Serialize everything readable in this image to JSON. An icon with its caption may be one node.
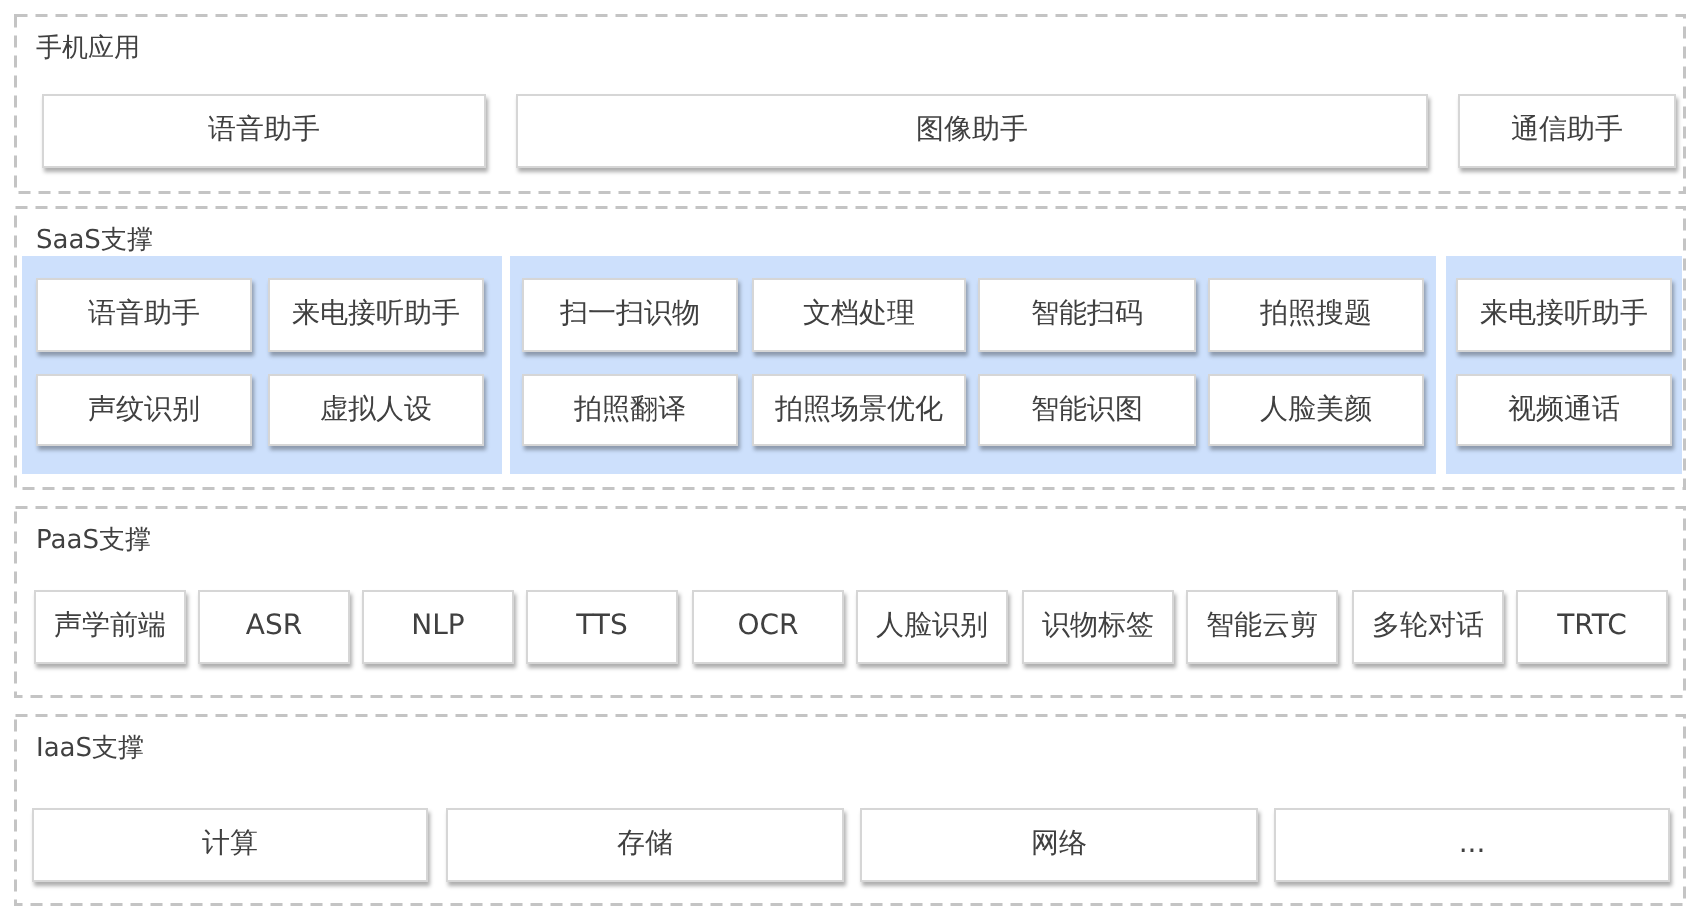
{
  "diagram": {
    "nodes": [
      {
        "text": [
          "手机应用"
        ]
      },
      {
        "text": [
          "语音助手"
        ],
        "in": 0
      },
      {
        "text": [
          "图像助手"
        ],
        "in": 0
      },
      {
        "text": [
          "通信助手"
        ],
        "in": 0
      },
      {
        "text": [
          "SaaS支撑"
        ]
      },
      {
        "text": [],
        "shape": "box",
        "in": 4
      },
      {
        "text": [
          "语音助手"
        ],
        "in": 5
      },
      {
        "text": [
          "来电接听助手"
        ],
        "in": 5
      },
      {
        "text": [
          "声纹识别"
        ],
        "in": 5
      },
      {
        "text": [
          "虚拟人设"
        ],
        "in": 5
      },
      {
        "text": [],
        "shape": "box",
        "in": 4
      },
      {
        "text": [
          "扫一扫识物"
        ],
        "in": 10
      },
      {
        "text": [
          "文档处理"
        ],
        "in": 10
      },
      {
        "text": [
          "智能扫码"
        ],
        "in": 10
      },
      {
        "text": [
          "拍照搜题"
        ],
        "in": 10
      },
      {
        "text": [
          "拍照翻译"
        ],
        "in": 10
      },
      {
        "text": [
          "拍照场景优化"
        ],
        "in": 10
      },
      {
        "text": [
          "智能识图"
        ],
        "in": 10
      },
      {
        "text": [
          "人脸美颜"
        ],
        "in": 10
      },
      {
        "text": [],
        "shape": "box",
        "in": 4
      },
      {
        "text": [
          "来电接听助手"
        ],
        "in": 19
      },
      {
        "text": [
          "视频通话"
        ],
        "in": 19
      },
      {
        "text": [
          "PaaS支撑"
        ]
      },
      {
        "text": [
          "声学前端"
        ],
        "in": 22
      },
      {
        "text": [
          "ASR"
        ],
        "in": 22
      },
      {
        "text": [
          "NLP"
        ],
        "in": 22
      },
      {
        "text": [
          "TTS"
        ],
        "in": 22
      },
      {
        "text": [
          "OCR"
        ],
        "in": 22
      },
      {
        "text": [
          "人脸识别"
        ],
        "in": 22
      },
      {
        "text": [
          "识物标签"
        ],
        "in": 22
      },
      {
        "text": [
          "智能云剪"
        ],
        "in": 22
      },
      {
        "text": [
          "多轮对话"
        ],
        "in": 22
      },
      {
        "text": [
          "TRTC"
        ],
        "in": 22
      },
      {
        "text": [
          "IaaS支撑"
        ]
      },
      {
        "text": [
          "计算"
        ],
        "in": 33
      },
      {
        "text": [
          "存储"
        ],
        "in": 33
      },
      {
        "text": [
          "网络"
        ],
        "in": 33
      },
      {
        "text": [
          "..."
        ],
        "in": 33
      }
    ]
  }
}
